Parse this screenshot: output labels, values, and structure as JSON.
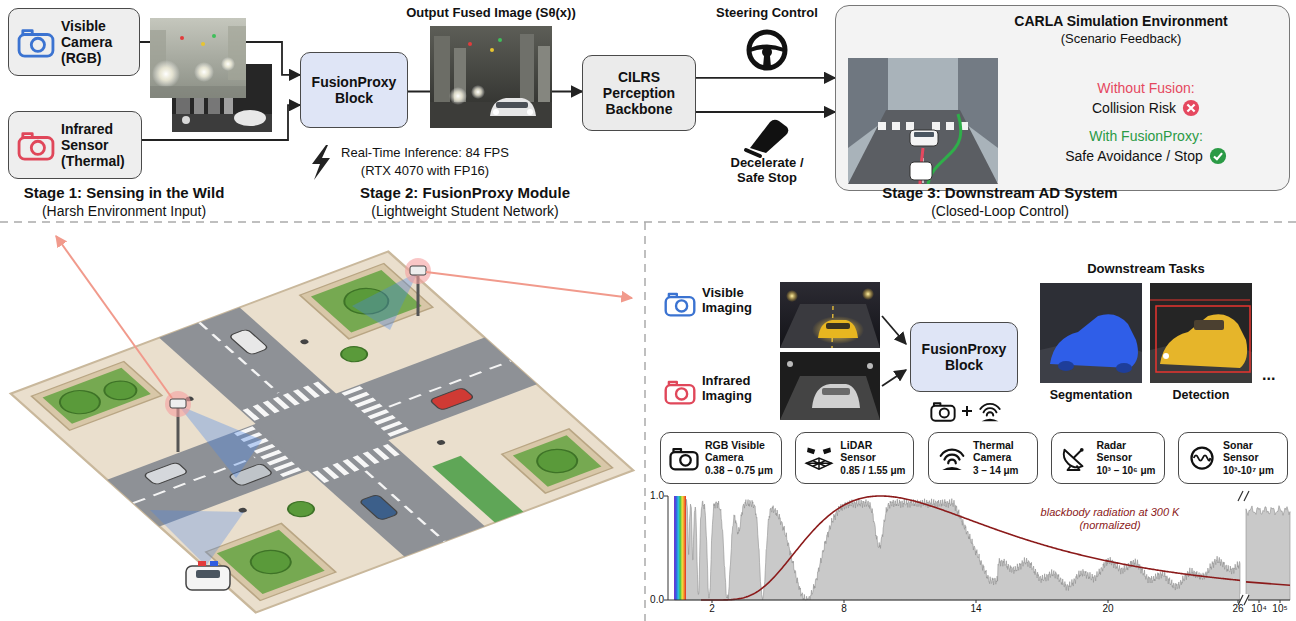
{
  "diagram": {
    "nodes": [
      {
        "text": [
          "Visible Camera (RGB)"
        ]
      },
      {
        "text": [
          "Infrared Sensor (Thermal)"
        ]
      },
      {
        "text": [
          "FusionProxy Block"
        ]
      },
      {
        "text": [
          "CILRS Perception Backbone"
        ]
      },
      {
        "text": [
          "CARLA Simulation Environment",
          "(Scenario Feedback)",
          "Without Fusion:",
          "Collision Risk",
          "With FusionProxy:",
          "Safe Avoidance / Stop"
        ]
      },
      {
        "text": [
          "FusionProxy Block"
        ]
      },
      {
        "text": [
          "RGB Visible Camera",
          "0.38 – 0.75 μm"
        ]
      },
      {
        "text": [
          "LiDAR Sensor",
          "0.85 / 1.55 μm"
        ]
      },
      {
        "text": [
          "Thermal Camera",
          "3 – 14 μm"
        ]
      },
      {
        "text": [
          "Radar Sensor",
          "10³ – 10⁶ μm"
        ]
      },
      {
        "text": [
          "Sonar Sensor",
          "10³-10⁷ μm"
        ]
      }
    ],
    "edges": [
      {
        "from": 0,
        "to": 2,
        "arrow": "to"
      },
      {
        "from": 1,
        "to": 2,
        "arrow": "to"
      },
      {
        "from": 2,
        "to": 3,
        "arrow": "to"
      },
      {
        "from": 3,
        "to": 4,
        "label": "Steering Control",
        "arrow": "to"
      },
      {
        "from": 3,
        "to": 4,
        "label": "Decelerate / Safe Stop",
        "arrow": "to"
      }
    ],
    "labels": [
      "Output Fused Image (Sθ(x))",
      "Real-Time Inference: 84 FPS",
      "(RTX 4070 with FP16)",
      "Stage 1: Sensing in the Wild",
      "(Harsh Environment Input)",
      "Stage 2: FusionProxy Module",
      "(Lightweight Student Network)",
      "Stage 3: Downstream AD System",
      "(Closed-Loop Control)",
      "Visible Imaging",
      "Infrared Imaging",
      "Downstream Tasks",
      "Segmentation",
      "Detection",
      "...",
      "1.0",
      "0.0",
      "2",
      "8",
      "14",
      "20",
      "26",
      "10⁴",
      "10⁵",
      "blackbody radiation at 300 K (normalized)"
    ]
  }
}
